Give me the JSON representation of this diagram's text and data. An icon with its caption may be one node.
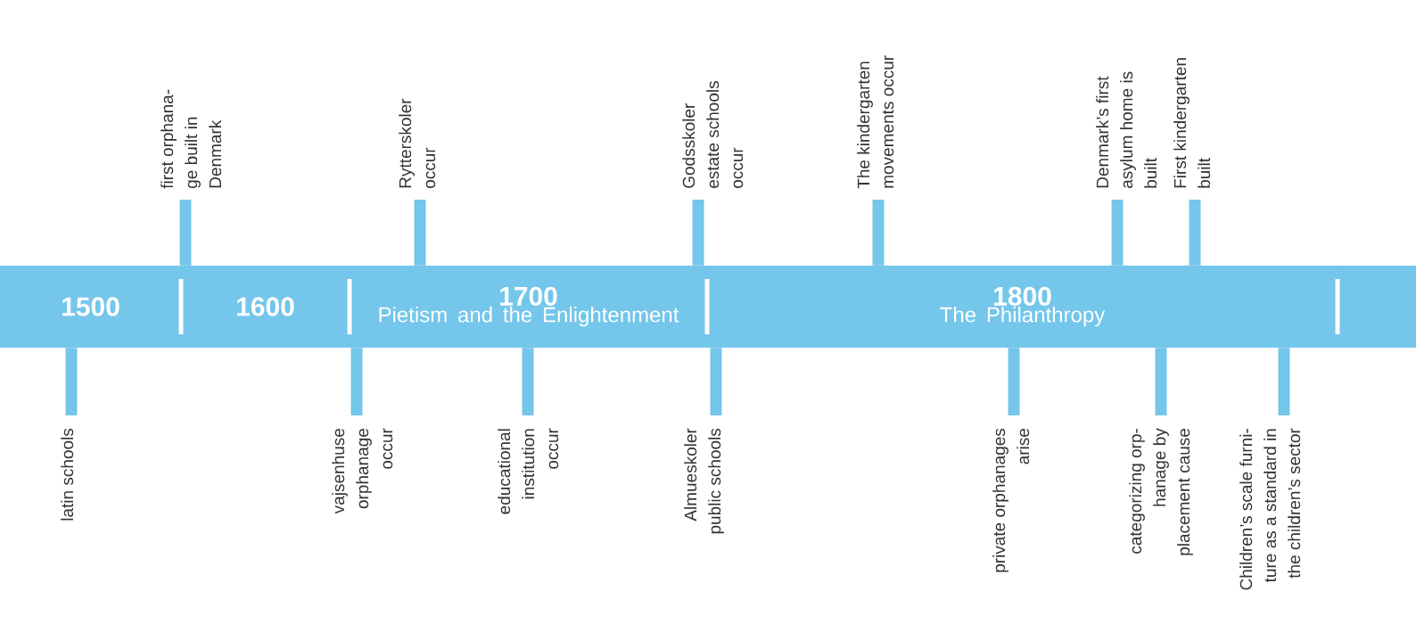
{
  "diagram": {
    "nodes": [
      {
        "text": [
          "1500"
        ]
      },
      {
        "text": [
          "1600"
        ]
      },
      {
        "text": [
          "1700",
          "Pietism and the Enlightenment"
        ]
      },
      {
        "text": [
          "1800",
          "The Philanthropy"
        ]
      },
      {
        "text": [
          "first orphana- ge built in Denmark"
        ]
      },
      {
        "text": [
          "Rytterskoler occur"
        ]
      },
      {
        "text": [
          "Godsskoler estate schools occur"
        ]
      },
      {
        "text": [
          "The kindergarten movements occur"
        ]
      },
      {
        "text": [
          "Denmark’s first asylum home is built"
        ]
      },
      {
        "text": [
          "First kindergarten built"
        ]
      },
      {
        "text": [
          "latin schools"
        ]
      },
      {
        "text": [
          "vajsenhuse orphanage occur"
        ]
      },
      {
        "text": [
          "educational institution occur"
        ]
      },
      {
        "text": [
          "Almueskoler public schools"
        ]
      },
      {
        "text": [
          "private orphanages arise"
        ]
      },
      {
        "text": [
          "categorizing orp- hanage by placement cause"
        ]
      },
      {
        "text": [
          "Children’s scale furni- ture as a standard in the children’s sector"
        ]
      }
    ],
    "edges": [
      {
        "from": 4,
        "to": 1,
        "arrow": "none"
      },
      {
        "from": 5,
        "to": 2,
        "arrow": "none"
      },
      {
        "from": 6,
        "to": 2,
        "arrow": "none"
      },
      {
        "from": 7,
        "to": 3,
        "arrow": "none"
      },
      {
        "from": 8,
        "to": 3,
        "arrow": "none"
      },
      {
        "from": 9,
        "to": 3,
        "arrow": "none"
      },
      {
        "from": 10,
        "to": 0,
        "arrow": "none"
      },
      {
        "from": 11,
        "to": 2,
        "arrow": "none"
      },
      {
        "from": 12,
        "to": 2,
        "arrow": "none"
      },
      {
        "from": 13,
        "to": 3,
        "arrow": "none"
      },
      {
        "from": 14,
        "to": 3,
        "arrow": "none"
      },
      {
        "from": 15,
        "to": 3,
        "arrow": "none"
      },
      {
        "from": 16,
        "to": 3,
        "arrow": "none"
      }
    ]
  }
}
